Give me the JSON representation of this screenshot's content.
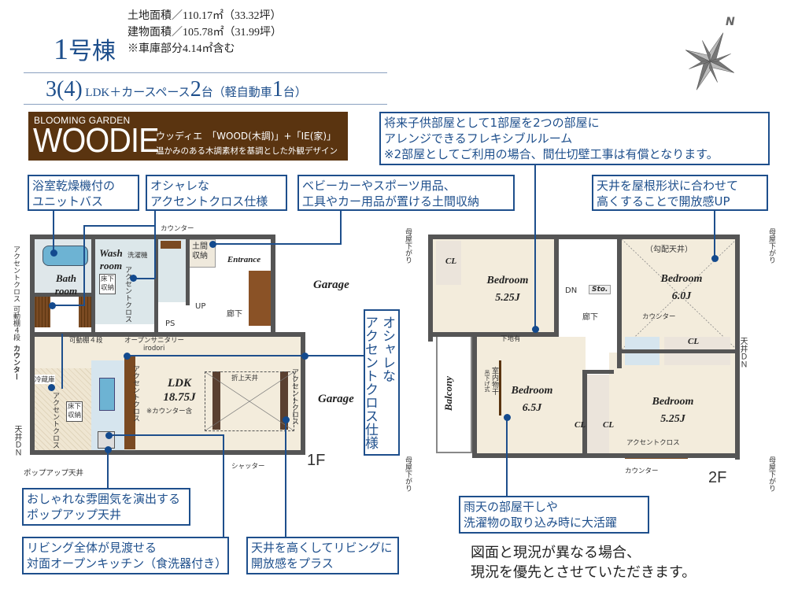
{
  "header": {
    "building_num": "1",
    "building_suffix": "号棟",
    "land_area": "土地面積／110.17㎡（33.32坪）",
    "building_area": "建物面積／105.78㎡（31.99坪）",
    "garage_note": "※車庫部分4.14㎡含む",
    "layout_a": "3",
    "layout_b": "(4)",
    "layout_c": "LDK＋カースペース",
    "layout_d": "2",
    "layout_e": "台（軽自動車",
    "layout_f": "1",
    "layout_g": "台）"
  },
  "banner": {
    "subtitle": "BLOOMING GARDEN",
    "title": "WOODIE",
    "desc1": "ウッディエ　「WOOD(木調)」+「IE(家)」",
    "desc2": "温かみのある木調素材を基調とした外観デザイン",
    "bg_color": "#5a3410"
  },
  "callouts": {
    "bath": [
      "浴室乾燥機付の",
      "ユニットバス"
    ],
    "accent1": [
      "オシャレな",
      "アクセントクロス仕様"
    ],
    "storage": [
      "ベビーカーやスポーツ用品、",
      "工具やカー用品が置ける土間収納"
    ],
    "flexible": [
      "将来子供部屋として1部屋を2つの部屋に",
      "アレンジできるフレキシブルルーム",
      "※2部屋としてご利用の場合、間仕切壁工事は有償となります。"
    ],
    "ceiling_roof": [
      "天井を屋根形状に合わせて",
      "高くすることで開放感UP"
    ],
    "accent2_vertical": [
      "オシャレな",
      "アクセントクロス仕様"
    ],
    "popup": [
      "おしゃれな雰囲気を演出する",
      "ポップアップ天井"
    ],
    "kitchen": [
      "リビング全体が見渡せる",
      "対面オープンキッチン（食洗器付き）"
    ],
    "high_ceiling": [
      "天井を高くしてリビングに",
      "開放感をプラス"
    ],
    "drying": [
      "雨天の部屋干しや",
      "洗濯物の取り込み時に大活躍"
    ],
    "accent_color": "#1e4f8c"
  },
  "floor1": {
    "label": "1F",
    "rooms": {
      "bath": [
        "Bath",
        "room"
      ],
      "wash": [
        "Wash",
        "room"
      ],
      "washer": "洗濯機",
      "underfloor1": [
        "床下",
        "収納"
      ],
      "entrance": "Entrance",
      "doma": [
        "土間",
        "収納"
      ],
      "garage_top": "Garage",
      "garage_side": "Garage",
      "ldk": [
        "LDK",
        "18.75J"
      ],
      "ldk_note": "※カウンター含",
      "underfloor2": [
        "床下",
        "収納"
      ],
      "fridge": "冷蔵庫",
      "ceiling_fold": "折上天井"
    },
    "labels": {
      "counter_top": "カウンター",
      "up": "UP",
      "hall": "廊下",
      "ps": "PS",
      "shelf4": "可動棚４段",
      "sanitary": "オープンサニタリー",
      "irodori": "irodori",
      "shutter": "シャッター",
      "popup_ceiling": "ポップアップ天井",
      "accent_cross_wash": "アクセントクロス",
      "accent_cross_kitchen": "アクセントクロス",
      "accent_cross_ldk": "アクセントクロス",
      "accent_cross_right": "アクセントクロス",
      "left_accent": "アクセントクロス",
      "left_shelf": "可動棚４段",
      "left_counter": "カウンター",
      "left_ceiling": "天井ＤＮ"
    }
  },
  "floor2": {
    "label": "2F",
    "rooms": {
      "bed1": [
        "Bedroom",
        "5.25J"
      ],
      "bed2": [
        "Bedroom",
        "6.0J"
      ],
      "bed3": [
        "Bedroom",
        "6.5J"
      ],
      "bed4": [
        "Bedroom",
        "5.25J"
      ],
      "balcony": "Balcony",
      "sto": "Sto.",
      "cl1": "CL",
      "cl2": "CL",
      "cl3": "CL",
      "cl4": "CL"
    },
    "labels": {
      "slope": "（勾配天井）",
      "dn": "DN",
      "hall": "廊下",
      "counter1": "カウンター",
      "base": "下地有",
      "dryer": "室内物干",
      "dryer_sub": "吊下げ式",
      "accent": "アクセントクロス",
      "counter2": "カウンター",
      "ceiling_dn": "天井ＤＮ",
      "roof_down": "母屋下がり"
    }
  },
  "notice": [
    "図面と現況が異なる場合、",
    "現況を優先とさせていただきます。"
  ],
  "compass": {
    "north": "N"
  }
}
